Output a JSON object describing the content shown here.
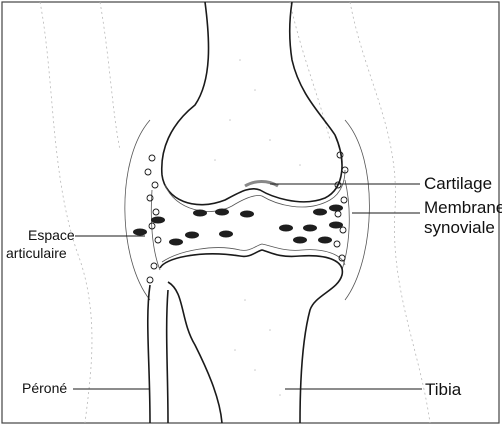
{
  "labels": {
    "cartilage": "Cartilage",
    "membrane_line1": "Membrane",
    "membrane_line2": "synoviale",
    "espace_line1": "Espace",
    "espace_line2": "articulaire",
    "perone": "Péroné",
    "tibia": "Tibia"
  },
  "colors": {
    "ink": "#1a1a1a",
    "fluid_dots": "#1e1e1e",
    "background": "#ffffff"
  }
}
